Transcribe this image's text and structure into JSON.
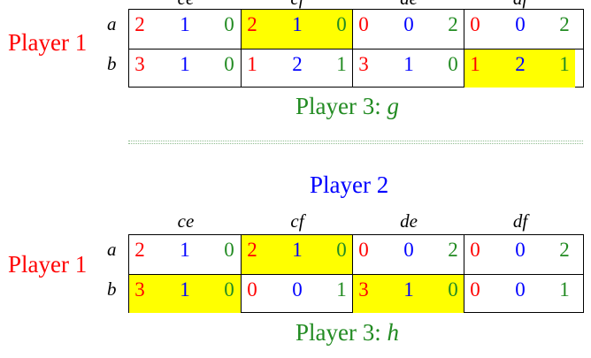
{
  "top_panel": {
    "player1_label": "Player 1",
    "player3_label": "Player 3:",
    "player3_strategy": "g",
    "col_labels": [
      "ce",
      "cf",
      "de",
      "df"
    ],
    "row_labels": [
      "a",
      "b"
    ],
    "rows": [
      [
        [
          "2",
          "1",
          "0"
        ],
        [
          "2",
          "1",
          "0"
        ],
        [
          "0",
          "0",
          "2"
        ],
        [
          "0",
          "0",
          "2"
        ]
      ],
      [
        [
          "3",
          "1",
          "0"
        ],
        [
          "1",
          "2",
          "1"
        ],
        [
          "3",
          "1",
          "0"
        ],
        [
          "1",
          "2",
          "1"
        ]
      ]
    ],
    "highlighted": [
      [
        0,
        1
      ],
      [
        1,
        3
      ]
    ]
  },
  "bottom_panel": {
    "player2_label": "Player 2",
    "player1_label": "Player 1",
    "player3_label": "Player 3:",
    "player3_strategy": "h",
    "col_labels": [
      "ce",
      "cf",
      "de",
      "df"
    ],
    "row_labels": [
      "a",
      "b"
    ],
    "rows": [
      [
        [
          "2",
          "1",
          "0"
        ],
        [
          "2",
          "1",
          "0"
        ],
        [
          "0",
          "0",
          "2"
        ],
        [
          "0",
          "0",
          "2"
        ]
      ],
      [
        [
          "3",
          "1",
          "0"
        ],
        [
          "0",
          "0",
          "1"
        ],
        [
          "3",
          "1",
          "0"
        ],
        [
          "0",
          "0",
          "1"
        ]
      ]
    ],
    "highlighted": [
      [
        0,
        1
      ],
      [
        1,
        0
      ],
      [
        1,
        2
      ]
    ]
  },
  "colors": {
    "player1": "#ff0000",
    "player2": "#0000ff",
    "player3": "#228b22",
    "highlight": "#ffff00",
    "divider": "#8fbc8f"
  }
}
